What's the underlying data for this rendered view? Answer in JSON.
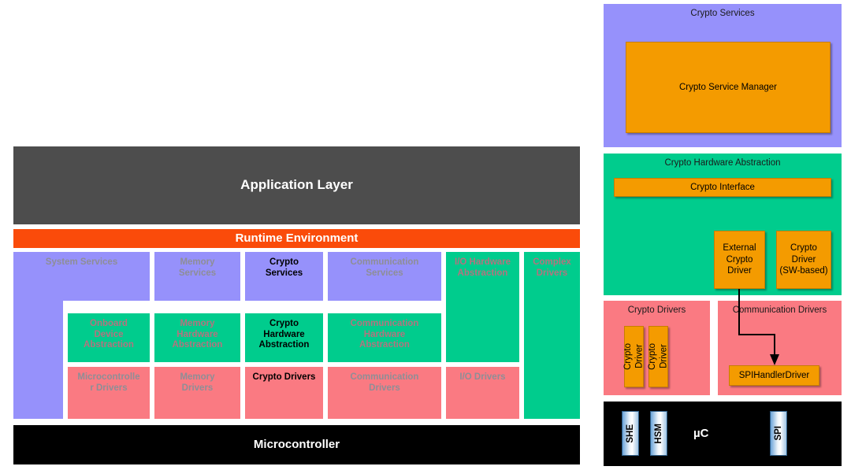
{
  "left_stack": {
    "application_layer": "Application Layer",
    "runtime_environment": "Runtime Environment",
    "microcontroller": "Microcontroller",
    "services_row": [
      {
        "label": "System Services",
        "highlighted": false
      },
      {
        "label": "Memory\nServices",
        "highlighted": false
      },
      {
        "label": "Crypto\nServices",
        "highlighted": true
      },
      {
        "label": "Communication\nServices",
        "highlighted": false
      },
      {
        "label": "I/O Hardware\nAbstraction",
        "highlighted": false
      },
      {
        "label": "Complex\nDrivers",
        "highlighted": false
      }
    ],
    "abstraction_row": [
      {
        "label": "Onboard\nDevice\nAbstraction",
        "highlighted": false
      },
      {
        "label": "Memory\nHardware\nAbstraction",
        "highlighted": false
      },
      {
        "label": "Crypto\nHardware\nAbstraction",
        "highlighted": true
      },
      {
        "label": "Communication\nHardware\nAbstraction",
        "highlighted": false
      }
    ],
    "drivers_row": [
      {
        "label": "Microcontrolle\nr Drivers",
        "highlighted": false
      },
      {
        "label": "Memory\nDrivers",
        "highlighted": false
      },
      {
        "label": "Crypto Drivers",
        "highlighted": true
      },
      {
        "label": "Communication\nDrivers",
        "highlighted": false
      },
      {
        "label": "I/O Drivers",
        "highlighted": false
      }
    ]
  },
  "right_panel": {
    "crypto_services": {
      "title": "Crypto Services",
      "manager": "Crypto Service Manager"
    },
    "crypto_hardware_abstraction": {
      "title": "Crypto Hardware Abstraction",
      "interface": "Crypto Interface",
      "external_crypto_driver": "External\nCrypto\nDriver",
      "crypto_driver_sw": "Crypto\nDriver\n(SW-based)"
    },
    "crypto_drivers": {
      "title": "Crypto Drivers",
      "drivers": [
        "Crypto\nDriver",
        "Crypto\nDriver"
      ]
    },
    "communication_drivers": {
      "title": "Communication Drivers",
      "spi_handler": "SPIHandlerDriver"
    },
    "microcontroller_hw": {
      "label": "µC",
      "blocks": [
        "SHE",
        "HSM",
        "SPI"
      ]
    }
  },
  "colors": {
    "purple": "#9691fb",
    "green": "#00cc8d",
    "red": "#fa7a82",
    "orange": "#f49b00",
    "rte_orange": "#fa4b0a",
    "app_grey": "#4d4d4d",
    "black": "#000000",
    "dim_text": "#8e8e96",
    "dim_text_red": "#b4737f"
  }
}
